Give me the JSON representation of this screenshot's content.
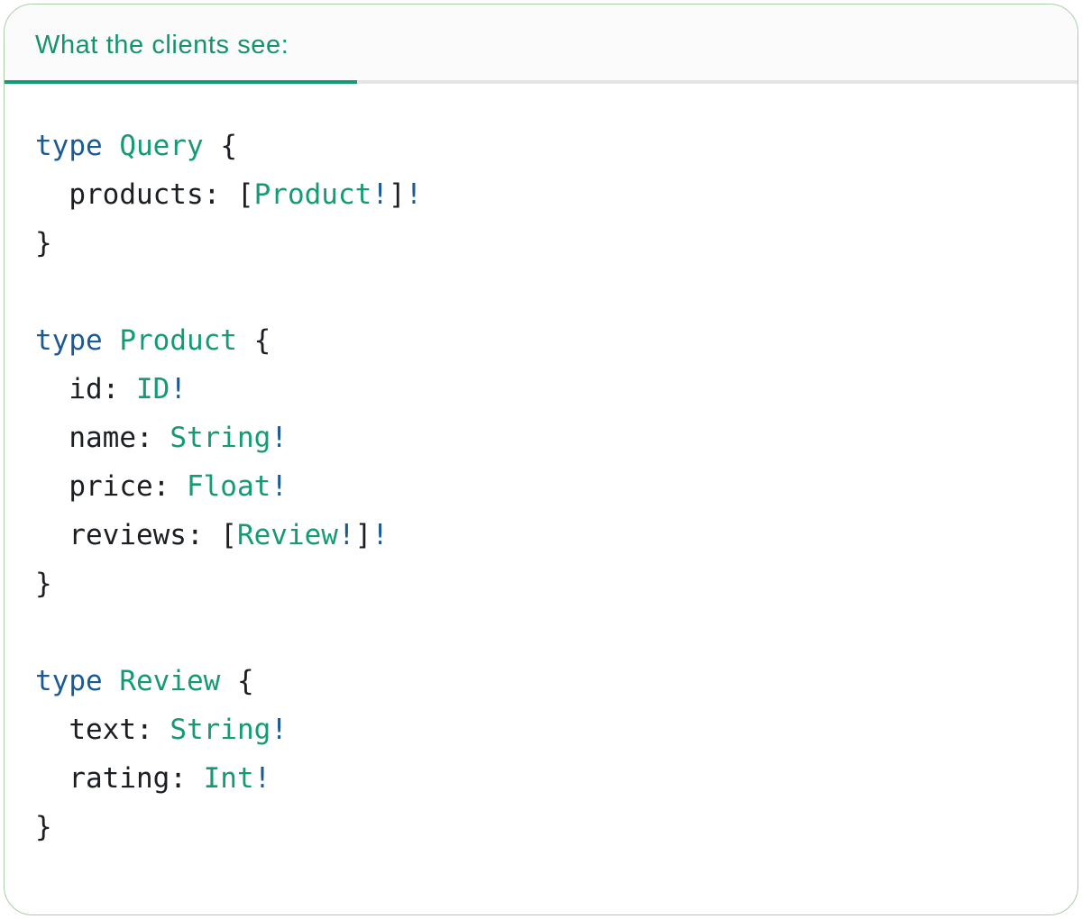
{
  "card": {
    "tab": {
      "label": "What the clients see:"
    }
  },
  "colors": {
    "keyword_blue": "#1a5a96",
    "typename_teal": "#159a76",
    "code_text": "#1b1e23",
    "tab_label_teal": "#16926f",
    "active_tab_indicator": "#149a78",
    "tab_track_gray": "#e4e4e4",
    "card_border_green": "#a9cda9"
  },
  "code": {
    "language": "graphql",
    "lines": [
      {
        "tokens": [
          {
            "text": "type",
            "style": "keyword"
          },
          {
            "text": " ",
            "style": "plain"
          },
          {
            "text": "Query",
            "style": "typename"
          },
          {
            "text": " {",
            "style": "plain"
          }
        ]
      },
      {
        "tokens": [
          {
            "text": "  products: [",
            "style": "plain"
          },
          {
            "text": "Product",
            "style": "typename"
          },
          {
            "text": "!",
            "style": "bang"
          },
          {
            "text": "]",
            "style": "plain"
          },
          {
            "text": "!",
            "style": "bang"
          }
        ]
      },
      {
        "tokens": [
          {
            "text": "}",
            "style": "plain"
          }
        ]
      },
      {
        "tokens": []
      },
      {
        "tokens": [
          {
            "text": "type",
            "style": "keyword"
          },
          {
            "text": " ",
            "style": "plain"
          },
          {
            "text": "Product",
            "style": "typename"
          },
          {
            "text": " {",
            "style": "plain"
          }
        ]
      },
      {
        "tokens": [
          {
            "text": "  id: ",
            "style": "plain"
          },
          {
            "text": "ID",
            "style": "typename"
          },
          {
            "text": "!",
            "style": "bang"
          }
        ]
      },
      {
        "tokens": [
          {
            "text": "  name: ",
            "style": "plain"
          },
          {
            "text": "String",
            "style": "typename"
          },
          {
            "text": "!",
            "style": "bang"
          }
        ]
      },
      {
        "tokens": [
          {
            "text": "  price: ",
            "style": "plain"
          },
          {
            "text": "Float",
            "style": "typename"
          },
          {
            "text": "!",
            "style": "bang"
          }
        ]
      },
      {
        "tokens": [
          {
            "text": "  reviews: [",
            "style": "plain"
          },
          {
            "text": "Review",
            "style": "typename"
          },
          {
            "text": "!",
            "style": "bang"
          },
          {
            "text": "]",
            "style": "plain"
          },
          {
            "text": "!",
            "style": "bang"
          }
        ]
      },
      {
        "tokens": [
          {
            "text": "}",
            "style": "plain"
          }
        ]
      },
      {
        "tokens": []
      },
      {
        "tokens": [
          {
            "text": "type",
            "style": "keyword"
          },
          {
            "text": " ",
            "style": "plain"
          },
          {
            "text": "Review",
            "style": "typename"
          },
          {
            "text": " {",
            "style": "plain"
          }
        ]
      },
      {
        "tokens": [
          {
            "text": "  text: ",
            "style": "plain"
          },
          {
            "text": "String",
            "style": "typename"
          },
          {
            "text": "!",
            "style": "bang"
          }
        ]
      },
      {
        "tokens": [
          {
            "text": "  rating: ",
            "style": "plain"
          },
          {
            "text": "Int",
            "style": "typename"
          },
          {
            "text": "!",
            "style": "bang"
          }
        ]
      },
      {
        "tokens": [
          {
            "text": "}",
            "style": "plain"
          }
        ]
      }
    ]
  }
}
